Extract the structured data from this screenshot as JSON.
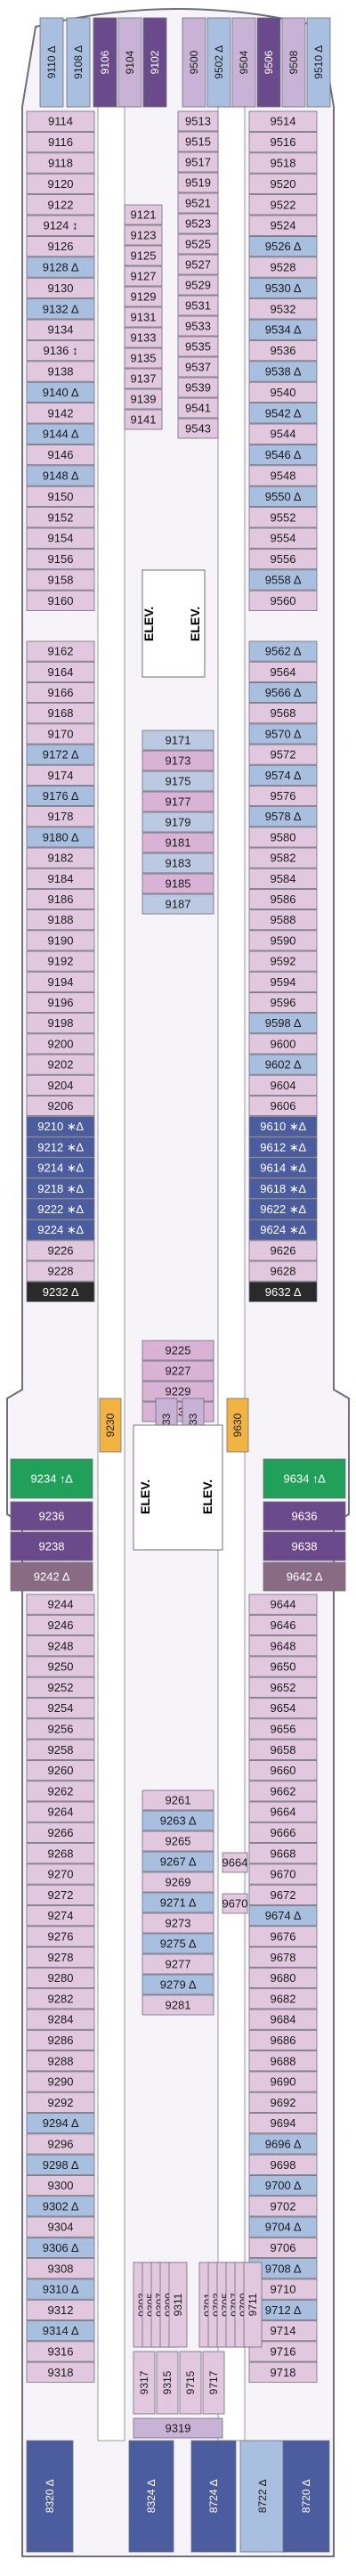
{
  "colors": {
    "interior": "#f3f1f5",
    "interior_alt": "#ece9ee",
    "balcony": "#e2c8de",
    "verandah": "#d9b3d6",
    "ocean_view": "#c8b2d6",
    "bay": "#bcc9e2",
    "suite_dark": "#4b5d9e",
    "suite_purple": "#6b4a8c",
    "suite_mauve": "#8a6b84",
    "teal": "#5bbcb8",
    "light_blue": "#a9bfe0",
    "green": "#21a05a",
    "black": "#2a2a2a",
    "orange": "#f2b441",
    "hull": "#f7f4f9",
    "outline": "#6f6f7a",
    "corridor": "#ffffff"
  },
  "labels": {
    "elevators": "ELEV."
  },
  "cabins": {
    "port_outer": [
      "9114",
      "9116",
      "9118",
      "9120",
      "9122",
      "9124 ↕",
      "9126",
      "9128 ∆",
      "9130",
      "9132 ∆",
      "9134",
      "9136 ↕",
      "9138",
      "9140 ∆",
      "9142",
      "9144 ∆",
      "9146",
      "9148 ∆",
      "9150",
      "9152",
      "9154",
      "9156",
      "9158",
      "9160"
    ],
    "stbd_outer": [
      "9514",
      "9516",
      "9518",
      "9520",
      "9522",
      "9524",
      "9526 ∆",
      "9528",
      "9530 ∆",
      "9532",
      "9534 ∆",
      "9536",
      "9538 ∆",
      "9540",
      "9542 ∆",
      "9544",
      "9546 ∆",
      "9548",
      "9550 ∆",
      "9552",
      "9554",
      "9556",
      "9558 ∆",
      "9560"
    ],
    "port_inner_fwd": [
      "9121",
      "9123",
      "9125",
      "9127",
      "9129",
      "9131",
      "9133",
      "9135",
      "9137",
      "9139",
      "9141"
    ],
    "stbd_inner_fwd": [
      "9513",
      "9515",
      "9517",
      "9519",
      "9521",
      "9523",
      "9525",
      "9527",
      "9529",
      "9531",
      "9533",
      "9535",
      "9537",
      "9539",
      "9541",
      "9543"
    ],
    "bow": [
      "9110 ∆",
      "9108 ∆",
      "9106",
      "9104",
      "9102",
      "9500",
      "9502 ∆",
      "9504",
      "9506",
      "9508",
      "9510 ∆"
    ],
    "port_mid": [
      "9162",
      "9164",
      "9166",
      "9168",
      "9170",
      "9172 ∆",
      "9174",
      "9176 ∆",
      "9178",
      "9180 ∆",
      "9182",
      "9184",
      "9186",
      "9188",
      "9190",
      "9192",
      "9194",
      "9196",
      "9198",
      "9200",
      "9202",
      "9204",
      "9206",
      "9210 ∗∆",
      "9212 ∗∆",
      "9214 ∗∆",
      "9218 ∗∆",
      "9222 ∗∆",
      "9224 ∗∆",
      "9226",
      "9228",
      "9232 ∆"
    ],
    "stbd_mid": [
      "9562 ∆",
      "9564",
      "9566 ∆",
      "9568",
      "9570 ∆",
      "9572",
      "9574 ∆",
      "9576",
      "9578 ∆",
      "9580",
      "9582",
      "9584",
      "9586",
      "9588",
      "9590",
      "9592",
      "9594",
      "9596",
      "9598 ∆",
      "9600",
      "9602 ∆",
      "9604",
      "9606",
      "9610 ∗∆",
      "9612 ∗∆",
      "9614 ∗∆",
      "9618 ∗∆",
      "9622 ∗∆",
      "9624 ∗∆",
      "9626",
      "9628",
      "9632 ∆"
    ],
    "inner_mid": [
      "9171",
      "9173",
      "9175",
      "9177",
      "9179",
      "9181",
      "9183",
      "9185",
      "9187"
    ],
    "inner_mid2": [
      "9225",
      "9227",
      "9229",
      "9231"
    ],
    "inner_vertical": [
      "9230",
      "9233",
      "9633",
      "9630"
    ],
    "green_port": "9234 ↑∆",
    "green_stbd": "9634 ↑∆",
    "port_purple": [
      "9236",
      "9238",
      "9242 ∆"
    ],
    "stbd_purple": [
      "9636",
      "9638",
      "9642 ∆"
    ],
    "port_aft": [
      "9244",
      "9246",
      "9248",
      "9250",
      "9252",
      "9254",
      "9256",
      "9258",
      "9260",
      "9262",
      "9264",
      "9266",
      "9268",
      "9270",
      "9272",
      "9274",
      "9276",
      "9278",
      "9280",
      "9282",
      "9284",
      "9286",
      "9288",
      "9290",
      "9292",
      "9294 ∆",
      "9296",
      "9298 ∆",
      "9300",
      "9302 ∆",
      "9304",
      "9306 ∆",
      "9308",
      "9310 ∆",
      "9312",
      "9314 ∆",
      "9316",
      "9318"
    ],
    "stbd_aft": [
      "9644",
      "9646",
      "9648",
      "9650",
      "9652",
      "9654",
      "9656",
      "9658",
      "9660",
      "9662",
      "9664",
      "9666",
      "9668",
      "9670",
      "9672",
      "9674 ∆",
      "9676",
      "9678",
      "9680",
      "9682",
      "9684",
      "9686",
      "9688",
      "9690",
      "9692",
      "9694",
      "9696 ∆",
      "9698",
      "9700 ∆",
      "9702",
      "9704 ∆",
      "9706",
      "9708 ∆",
      "9710",
      "9712 ∆",
      "9714",
      "9716",
      "9718"
    ],
    "inner_aft_port": [
      "9261",
      "9263 ∆",
      "9265",
      "9267 ∆",
      "9269",
      "9271 ∆",
      "9273",
      "9275 ∆",
      "9277",
      "9279 ∆",
      "9281"
    ],
    "inner_aft_stbd": [
      "9664",
      "9670"
    ],
    "aft_block": [
      "9303",
      "9305",
      "9307",
      "9309",
      "9311",
      "9701",
      "9703",
      "9705",
      "9707",
      "9709",
      "9711"
    ],
    "aft_block2": [
      "9317",
      "9315",
      "9715",
      "9717"
    ],
    "stern_center": "9319",
    "stern": [
      "8320 ∆",
      "8324 ∆",
      "8724 ∆",
      "8722 ∆",
      "8720 ∆"
    ]
  }
}
